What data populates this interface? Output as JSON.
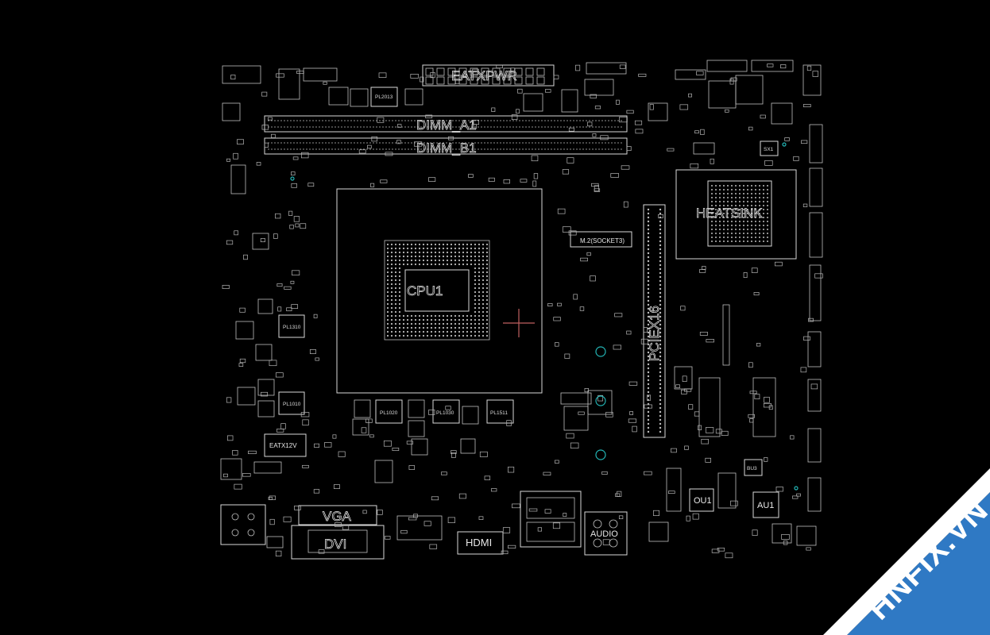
{
  "labels": {
    "eatxpwr": "EATXPWR",
    "dimm_a1": "DIMM_A1",
    "dimm_b1": "DIMM_B1",
    "cpu": "CPU1",
    "heatsink": "HEATSINK",
    "pciex16": "PCIEX16",
    "m2": "M.2(SOCKET3)",
    "eatx12v": "EATX12V",
    "vga": "VGA",
    "dvi": "DVI",
    "hdmi": "HDMI",
    "audio": "AUDIO",
    "ou1": "OU1",
    "au1": "AU1",
    "bu3": "BU3",
    "sx1": "SX1",
    "pl1310": "PL1310",
    "pl1010": "PL1010",
    "pl1020": "PL1020",
    "pl1030": "PL1030",
    "pl1511": "PL1511",
    "pl2013": "PL2013"
  },
  "colors": {
    "background": "#000000",
    "outline": "#d8d8d8",
    "marker_ring": "#23b5b5",
    "cursor_cross": "#c06060",
    "watermark_bg": "#2f79c4",
    "watermark_text": "#ffffff",
    "watermark_accent": "#e53935"
  },
  "watermark": {
    "brand": "HNFIX.VN"
  }
}
